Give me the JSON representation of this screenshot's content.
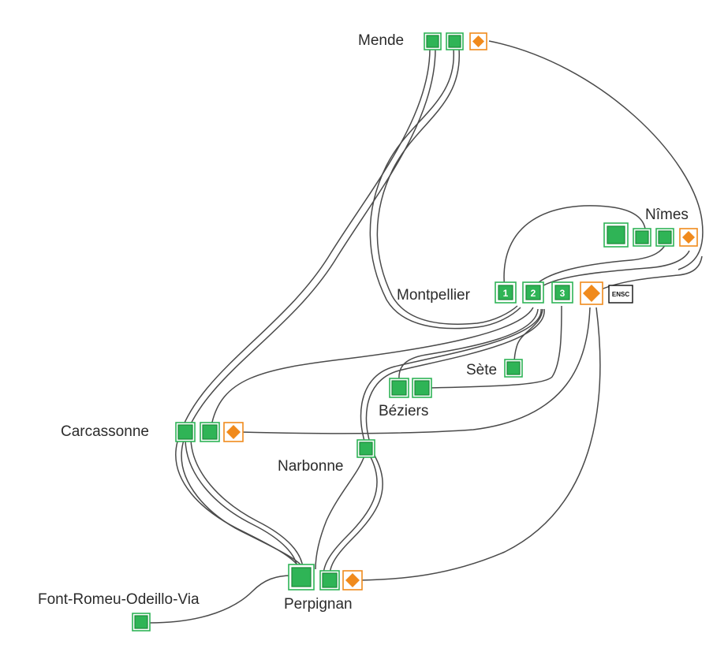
{
  "cities": {
    "mende": "Mende",
    "nimes": "Nîmes",
    "montpellier": "Montpellier",
    "sete": "Sète",
    "beziers": "Béziers",
    "carcassonne": "Carcassonne",
    "narbonne": "Narbonne",
    "perpignan": "Perpignan",
    "font_romeu": "Font-Romeu-Odeillo-Via"
  },
  "montpellier_sites": [
    "1",
    "2",
    "3"
  ],
  "ensc_label": "ENSC",
  "colors": {
    "green": "#2fb456",
    "orange": "#f08a1c",
    "line": "#4a4a4a"
  },
  "icons": {
    "green_node": "green-square-icon",
    "orange_node": "orange-diamond-icon"
  }
}
